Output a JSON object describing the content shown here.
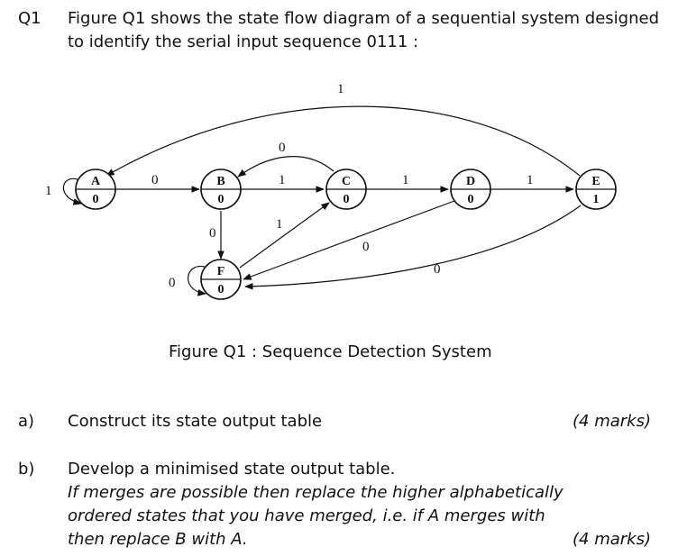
{
  "question": {
    "number": "Q1",
    "text_lines": [
      "Figure Q1 shows the state flow diagram of a sequential system designed",
      "to identify the serial input sequence 0111 :"
    ]
  },
  "diagram": {
    "caption": "Figure Q1 : Sequence Detection System",
    "states": [
      {
        "name": "A",
        "output": "0"
      },
      {
        "name": "B",
        "output": "0"
      },
      {
        "name": "C",
        "output": "0"
      },
      {
        "name": "D",
        "output": "0"
      },
      {
        "name": "E",
        "output": "1"
      },
      {
        "name": "F",
        "output": "0"
      }
    ],
    "transitions": [
      {
        "from": "A",
        "to": "A",
        "input": "1"
      },
      {
        "from": "A",
        "to": "B",
        "input": "0"
      },
      {
        "from": "B",
        "to": "C",
        "input": "1"
      },
      {
        "from": "B",
        "to": "F",
        "input": "0"
      },
      {
        "from": "C",
        "to": "B",
        "input": "0"
      },
      {
        "from": "C",
        "to": "D",
        "input": "1"
      },
      {
        "from": "D",
        "to": "E",
        "input": "1"
      },
      {
        "from": "D",
        "to": "F",
        "input": "0"
      },
      {
        "from": "E",
        "to": "A",
        "input": "1"
      },
      {
        "from": "E",
        "to": "F",
        "input": "0"
      },
      {
        "from": "F",
        "to": "F",
        "input": "0"
      },
      {
        "from": "F",
        "to": "C",
        "input": "1"
      }
    ]
  },
  "parts": [
    {
      "label": "a)",
      "lines": [
        "Construct its state output table"
      ],
      "marks": "(4 marks)"
    },
    {
      "label": "b)",
      "lines": [
        "Develop a minimised state output table.",
        "If merges are possible then replace the higher alphabetically",
        "ordered states that you have merged, i.e. if A merges with",
        "then replace B with A."
      ],
      "marks": "(4 marks)"
    }
  ]
}
